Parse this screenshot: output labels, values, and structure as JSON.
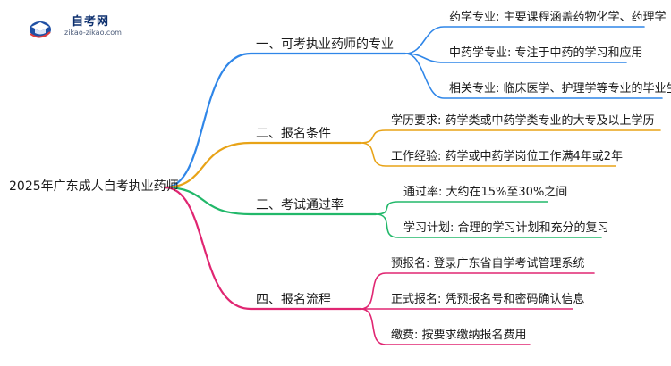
{
  "logo": {
    "title": "自考网",
    "url": "zikao-zikao.com"
  },
  "root": "2025年广东成人自考执业药师",
  "branches": [
    {
      "label": "一、可考执业药师的专业",
      "color": "#2f86e8",
      "leaves": [
        "药学专业: 主要课程涵盖药物化学、药理学",
        "中药学专业: 专注于中药的学习和应用",
        "相关专业: 临床医学、护理学等专业的毕业生"
      ]
    },
    {
      "label": "二、报名条件",
      "color": "#e8a317",
      "leaves": [
        "学历要求: 药学类或中药学类专业的大专及以上学历",
        "工作经验: 药学或中药学岗位工作满4年或2年"
      ]
    },
    {
      "label": "三、考试通过率",
      "color": "#22b86a",
      "leaves": [
        "通过率: 大约在15%至30%之间",
        "学习计划: 合理的学习计划和充分的复习"
      ]
    },
    {
      "label": "四、报名流程",
      "color": "#e02672",
      "leaves": [
        "预报名: 登录广东省自学考试管理系统",
        "正式报名: 凭预报名号和密码确认信息",
        "缴费: 按要求缴纳报名费用"
      ]
    }
  ]
}
